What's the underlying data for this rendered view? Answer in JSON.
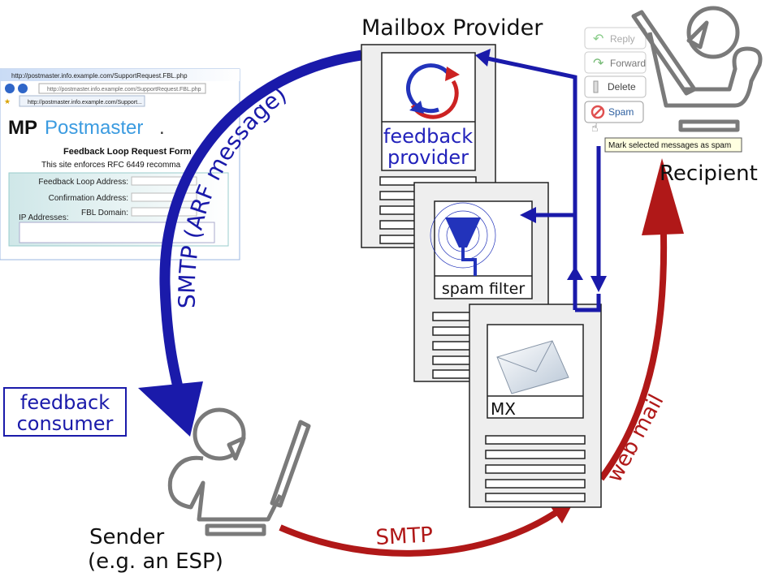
{
  "colors": {
    "flow_blue": "#1a1aaa",
    "flow_red": "#b01818",
    "person_gray": "#7a7a7a",
    "brand_blue": "#3b9be0"
  },
  "labels": {
    "mailbox_provider": "Mailbox Provider",
    "recipient": "Recipient",
    "sender_line1": "Sender",
    "sender_line2": "(e.g. an ESP)",
    "feedback_consumer_line1": "feedback",
    "feedback_consumer_line2": "consumer",
    "smtp_arf": "SMTP (ARF message)",
    "smtp": "SMTP",
    "web_mail": "web mail"
  },
  "servers": [
    {
      "label_line1": "feedback",
      "label_line2": "provider",
      "icon": "circular-arrows-icon"
    },
    {
      "label": "spam filter",
      "icon": "filter-funnel-icon"
    },
    {
      "label": "MX",
      "icon": "envelope-icon"
    }
  ],
  "browser": {
    "title": "http://postmaster.info.example.com/SupportRequest.FBL.php",
    "address": "http://postmaster.info.example.com/SupportRequest.FBL.php",
    "tab": "http://postmaster.info.example.com/Support...",
    "logo_mp": "MP",
    "logo_postmaster": "Postmaster",
    "logo_dot": ".",
    "form_title": "Feedback Loop Request Form",
    "form_note": "This site enforces RFC 6449 recomma",
    "fields": [
      "Feedback Loop Address:",
      "Confirmation Address:",
      "FBL Domain:"
    ],
    "ip_label": "IP Addresses:"
  },
  "mail_client": {
    "buttons": [
      "Reply",
      "Forward",
      "Delete",
      "Spam"
    ],
    "tooltip": "Mark selected messages as spam"
  }
}
